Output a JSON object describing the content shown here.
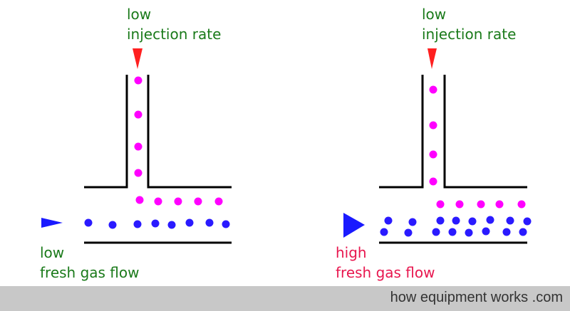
{
  "colors": {
    "label_green": "#1a7a1a",
    "label_pink": "#e8174f",
    "injected_dot": "#ff00ff",
    "gas_dot": "#2a1aff",
    "injection_arrow": "#ff2020",
    "flow_arrow": "#1a1aff",
    "walls": "#000000",
    "footer_bg": "#c8c8c8"
  },
  "left_panel": {
    "injection_label_1": "low",
    "injection_label_2": "injection rate",
    "flow_label_1": "low",
    "flow_label_2": "fresh gas flow",
    "flow_arrow_size": "small"
  },
  "right_panel": {
    "injection_label_1": "low",
    "injection_label_2": "injection rate",
    "flow_label_1": "high",
    "flow_label_2": "fresh gas flow",
    "flow_arrow_size": "large"
  },
  "footer": {
    "text": "how equipment works .com"
  }
}
